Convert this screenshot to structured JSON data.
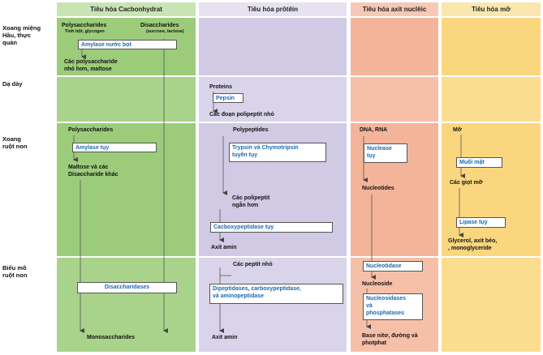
{
  "columns": {
    "carb": "Tiêu hóa Cacbonhydrat",
    "protein": "Tiêu hóa prôtêin",
    "nucleic": "Tiêu hóa axit nuclêic",
    "fat": "Tiêu hóa mỡ"
  },
  "rows": {
    "mouth": "Xoang miệng\nHầu, thực\nquản",
    "stomach": "Dạ dày",
    "small_intestine": "Xoang\nruột non",
    "epithelium": "Biểu mô\nruột non"
  },
  "carb": {
    "polysaccharides": "Polysaccharides",
    "polysaccharides_sub": "Tinh bột, glycogen",
    "disaccharides": "Disaccharides",
    "disaccharides_sub": "(sucrose, lactose)",
    "amylase_saliva": "Amylase nước bọt",
    "small_poly": "Các polysaccharide\nnhỏ hơn, maltose",
    "poly2": "Polysaccharides",
    "amylase_pancreas": "Amylase tụy",
    "maltose_other": "Maltose và các\nDisaccharide khác",
    "disaccharidases": "Disaccharidases",
    "monosaccharides": "Monosaccharides"
  },
  "protein": {
    "proteins": "Proteins",
    "pepsin": "Pepsin",
    "small_poly": "Các đoạn polipeptit nhỏ",
    "polypeptides": "Polypeptides",
    "trypsin": "Trypsin và Chymotripsin\ntuyến tụy",
    "shorter": "Các polipeptit\nngắn hơn",
    "carboxy": "Cacboxypeptidase tụy",
    "amino1": "Axit amin",
    "small_peptide": "Các peptit nhỏ",
    "dipep": "Dipeptidases, carboxypeptidase,\nvà aminopeptidase",
    "amino2": "Axit amin"
  },
  "nucleic": {
    "dna_rna": "DNA, RNA",
    "nuclease": "Nuclease\ntụy",
    "nucleotides": "Nucleotides",
    "nucleotidase": "Nucleotidase",
    "nucleoside": "Nucleoside",
    "nucleosidase": "Nucleosidases\nvà\nphosphatases",
    "bases": "Base nitơ, đường và\nphotphat"
  },
  "fat": {
    "fat": "Mỡ",
    "bile": "Muối mật",
    "droplets": "Các giọt mỡ",
    "lipase": "Lipase tụy",
    "products": "Glycerol, axit béo,\n, monoglyceride"
  },
  "colors": {
    "carb_head": "#c9e4b4",
    "carb_band": "#9ccc7a",
    "protein_head": "#e6e2f0",
    "protein_band": "#d0cae4",
    "nucleic_head": "#f6c9b6",
    "nucleic_band": "#f4b49a",
    "fat_head": "#fae7b0",
    "fat_band": "#fad77e",
    "enzyme_text": "#1a6ab0"
  }
}
